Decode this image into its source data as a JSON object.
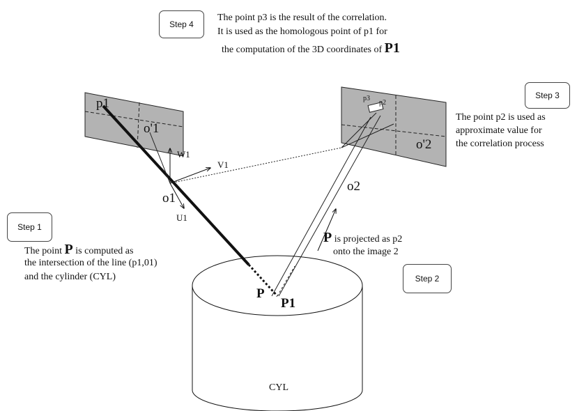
{
  "steps": {
    "step1": "Step 1",
    "step2": "Step 2",
    "step3": "Step 3",
    "step4": "Step 4"
  },
  "texts": {
    "step4_line1": "The point p3 is the result of the correlation.",
    "step4_line2": "It is used as the homologous point of p1 for",
    "step4_line3_pre": "the computation of the 3D coordinates of",
    "step4_line3_big": "P1",
    "step3_line1": "The point p2 is used as",
    "step3_line2": "approximate value for",
    "step3_line3": "the correlation process",
    "step2_line1_big": "P",
    "step2_line1_rest": "is projected as p2",
    "step2_line2": "onto the image 2",
    "step1_line1_pre": "The point",
    "step1_line1_big": "P",
    "step1_line1_post": "is computed as",
    "step1_line2": "the intersection of the line (p1,01)",
    "step1_line3": "and the cylinder (CYL)"
  },
  "labels": {
    "p1": "p1",
    "o_prime_1": "o'1",
    "w1": "W1",
    "v1": "V1",
    "u1": "U1",
    "o1": "o1",
    "o2": "o2",
    "o_prime_2": "o'2",
    "p2": "p2",
    "p3": "p3",
    "P": "P",
    "P1": "P1",
    "cyl": "CYL"
  },
  "colors": {
    "image_plane_fill": "#b3b3b3",
    "line": "#111111"
  }
}
